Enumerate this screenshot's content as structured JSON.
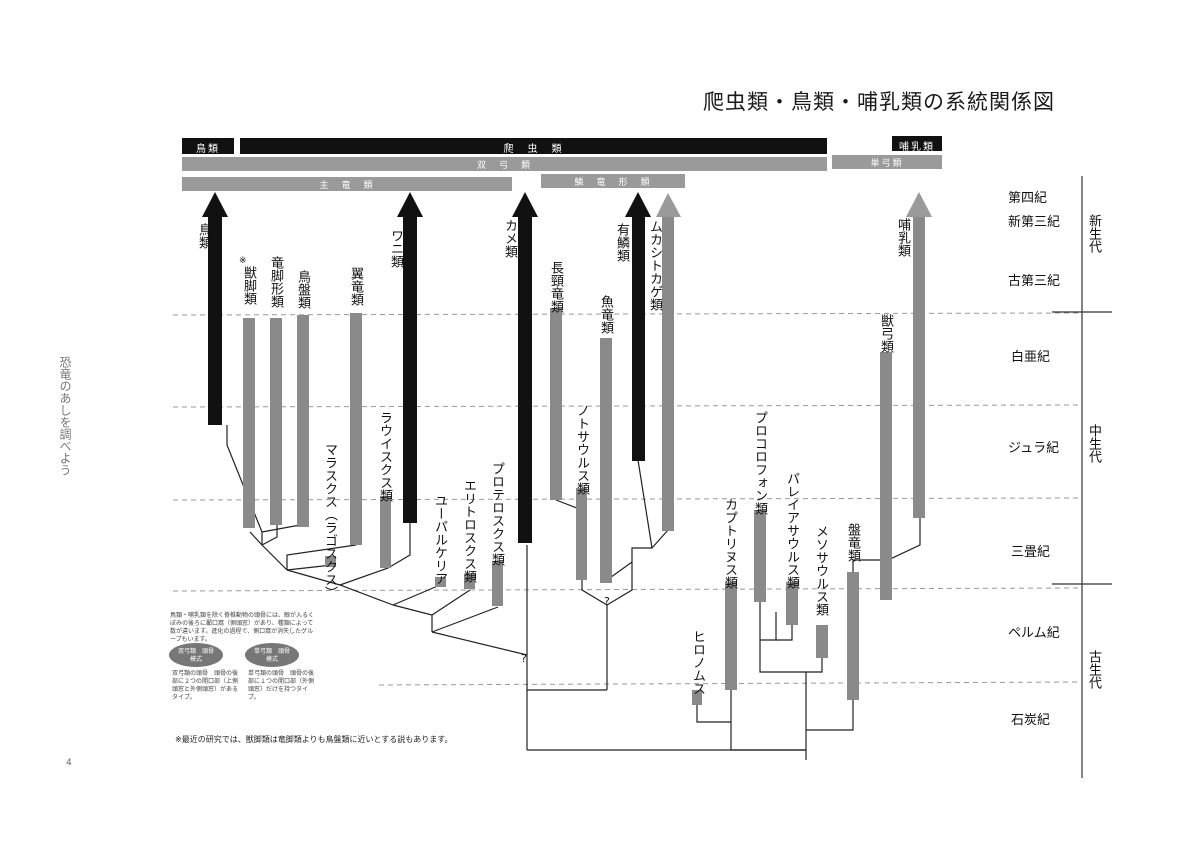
{
  "title": "爬虫類・鳥類・哺乳類の系統関係図",
  "side_header": "恐竜のあしを調べよう",
  "page_number": "4",
  "top_bands": {
    "birds": "鳥類",
    "reptiles": "爬　虫　類",
    "mammals": "哺乳類",
    "diapsids": "双　弓　類",
    "synapsids": "単弓類",
    "archosaurs": "主　竜　類",
    "lepidosauromorphs": "鱗　竜　形　類"
  },
  "periods": {
    "quaternary": "第四紀",
    "neogene": "新第三紀",
    "paleogene": "古第三紀",
    "cretaceous": "白亜紀",
    "jurassic": "ジュラ紀",
    "triassic": "三畳紀",
    "permian": "ペルム紀",
    "carboniferous": "石炭紀"
  },
  "eras": {
    "cenozoic": "新生代",
    "mesozoic": "中生代",
    "paleozoic": "古生代"
  },
  "taxa": {
    "birds": "鳥類",
    "theropods": "獣脚類",
    "theropod_mark": "※",
    "sauropodomorphs": "竜脚形類",
    "ornithischians": "鳥盤類",
    "pterosaurs": "翼竜類",
    "marasuchus": "マラスクス（ラゴスクス）",
    "rauisuchians": "ラウイスクス類",
    "crocodiles": "ワニ類",
    "euparkeria": "ユーパルケリア",
    "erythrosuchians": "エリトロスクス類",
    "proterosuchians": "プロテロスクス類",
    "turtles": "カメ類",
    "plesiosaurs": "長頸竜類",
    "nothosaurs": "ノトサウルス類",
    "ichthyosaurs": "魚竜類",
    "squamates": "有鱗類",
    "rhynchocephalians": "ムカシトカゲ類",
    "captorhinids": "カプトリヌス類",
    "procolophonids": "プロコロフォン類",
    "pareiasaurs": "パレイアサウルス類",
    "mesosaurs": "メソサウルス類",
    "hylonomus": "ヒロノムス",
    "pelycosaurs": "盤竜類",
    "therapsids": "獣弓類",
    "mammals": "哺乳類"
  },
  "question_marks": [
    "?",
    "?"
  ],
  "legend": {
    "intro": "鳥類・哺乳類を除く脊椎動物の頭骨には、眼が入るくぼみの後ろに顳口窩（側頭窓）があり、種類によって数が違います。進化の過程で、側口窩が消失したグループもいます。",
    "diapsid_badge": "双弓類　頭骨模式",
    "synapsid_badge": "単弓類　頭骨模式",
    "diapsid_text": "双弓類の頭骨　頭骨の後部に２つの開口部（上側頭窓と外側頭窓）があるタイプ。",
    "synapsid_text": "単弓類の頭骨　頭骨の後部に１つの開口部（外側頭窓）だけを持つタイプ。"
  },
  "footnote": "※最近の研究では、獣脚類は竜脚類よりも鳥盤類に近いとする説もあります。",
  "colors": {
    "black_bar": "#111111",
    "gray_bar": "#8a8a8a",
    "band_gray": "#9a9a9a",
    "line": "#222222",
    "dashed": "#999999"
  }
}
